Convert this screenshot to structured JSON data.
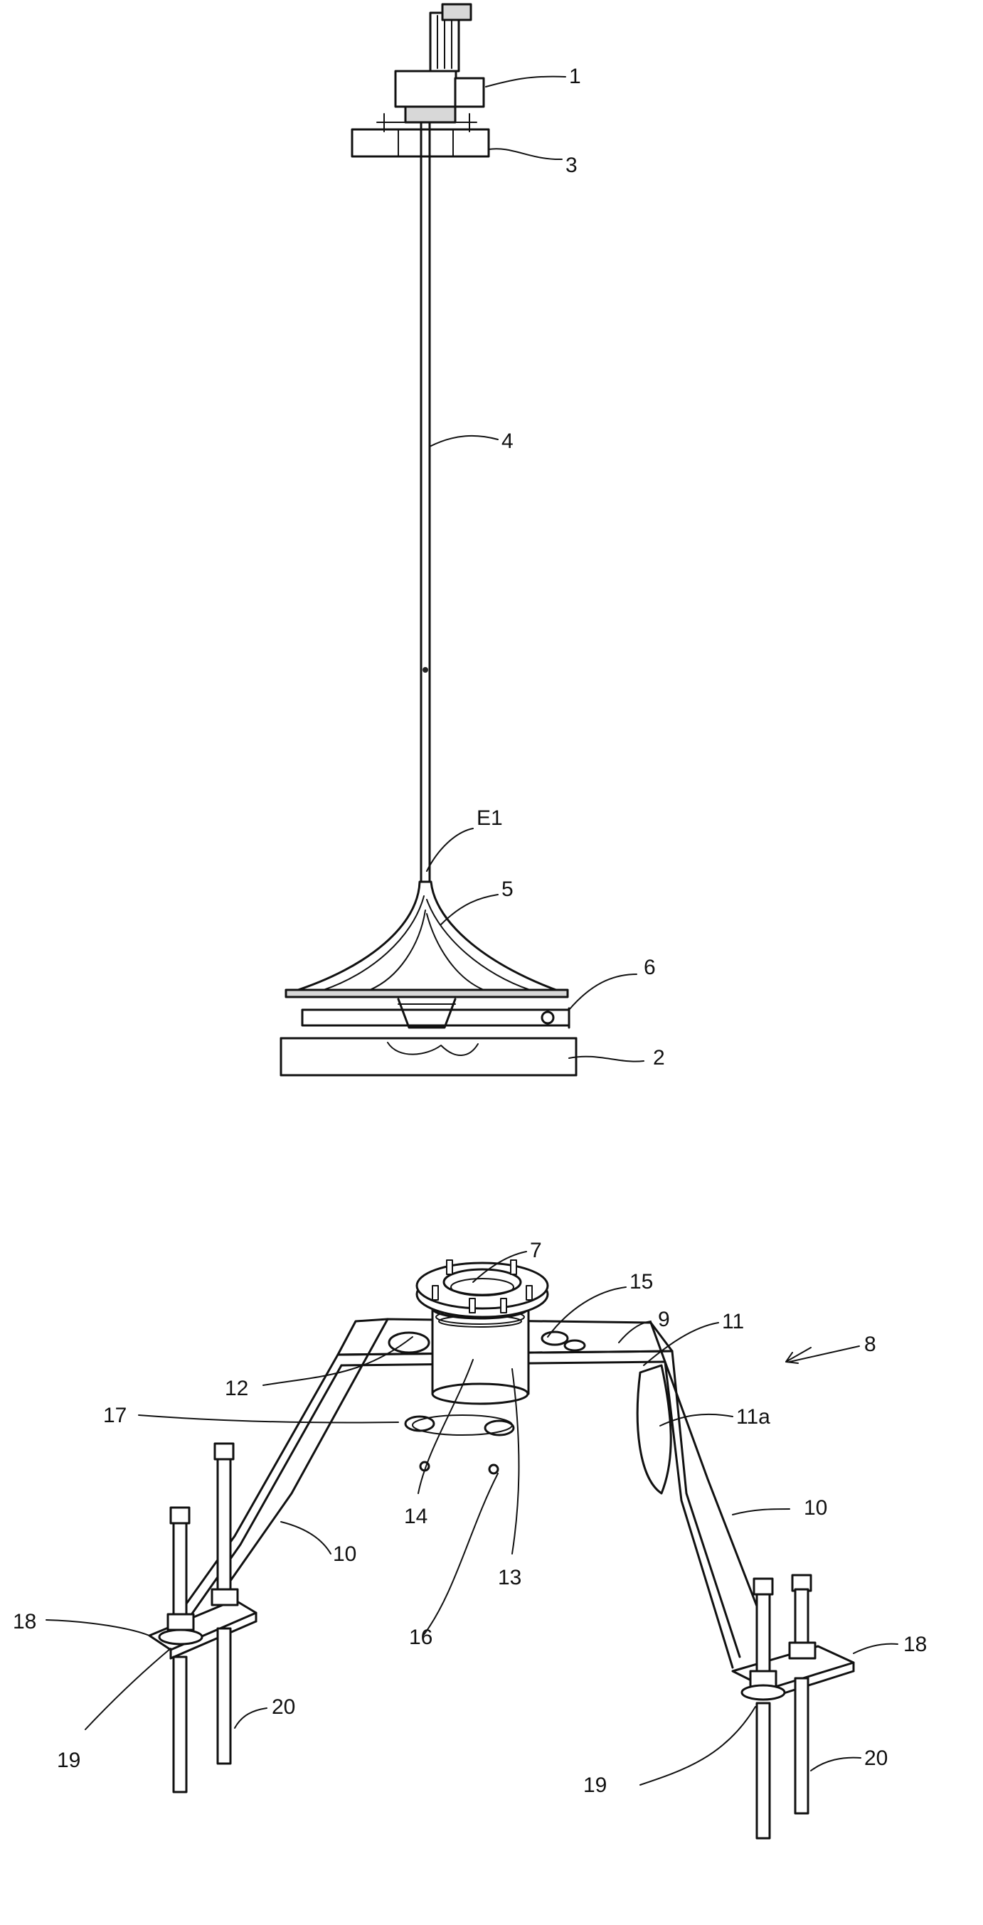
{
  "figure_top": {
    "labels": {
      "motor": "1",
      "base": "2",
      "mount_plate": "3",
      "shaft": "4",
      "impeller": "5",
      "bearing": "6",
      "shaft_end": "E1"
    }
  },
  "figure_bottom": {
    "labels": {
      "flange": "7",
      "assembly": "8",
      "bridge_top": "9",
      "leg_left": "10",
      "leg_right": "10",
      "opening": "11",
      "opening_edge": "11a",
      "gap": "12",
      "housing": "13",
      "ring": "14",
      "bolt": "15",
      "nut": "16",
      "slot": "17",
      "foot_left": "18",
      "foot_right": "18",
      "washer_left": "19",
      "washer_right": "19",
      "stud_left": "20",
      "stud_right": "20"
    }
  }
}
